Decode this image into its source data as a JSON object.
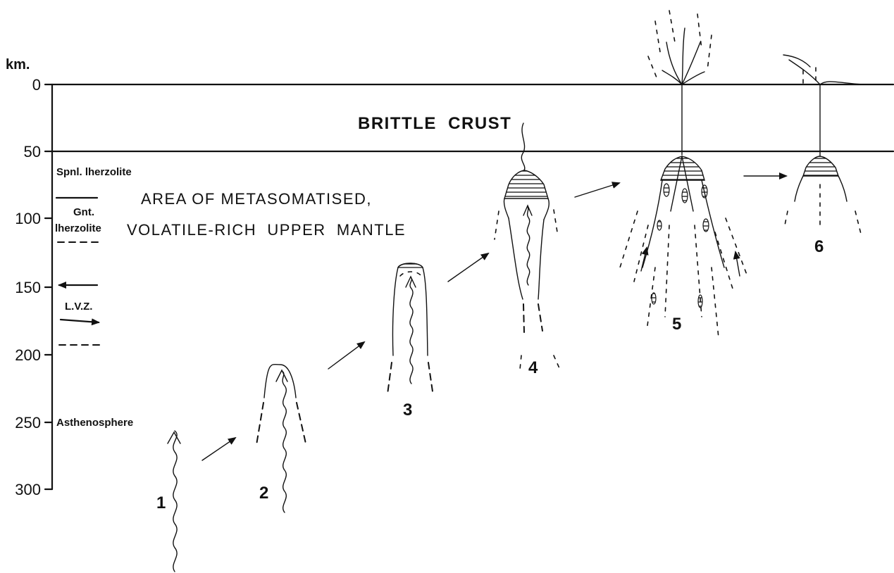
{
  "axis": {
    "unit": "km.",
    "ticks": [
      "0",
      "50",
      "100",
      "150",
      "200",
      "250",
      "300"
    ]
  },
  "zones": {
    "spinel": "Spnl. lherzolite",
    "garnet_line1": "Gnt.",
    "garnet_line2": "lherzolite",
    "lvz": "L.V.Z.",
    "asthenosphere": "Asthenosphere"
  },
  "labels": {
    "brittle_crust": "BRITTLE  CRUST",
    "metasomatised_line1": "AREA OF METASOMATISED,",
    "metasomatised_line2": "VOLATILE-RICH  UPPER  MANTLE"
  },
  "stages": [
    "1",
    "2",
    "3",
    "4",
    "5",
    "6"
  ]
}
